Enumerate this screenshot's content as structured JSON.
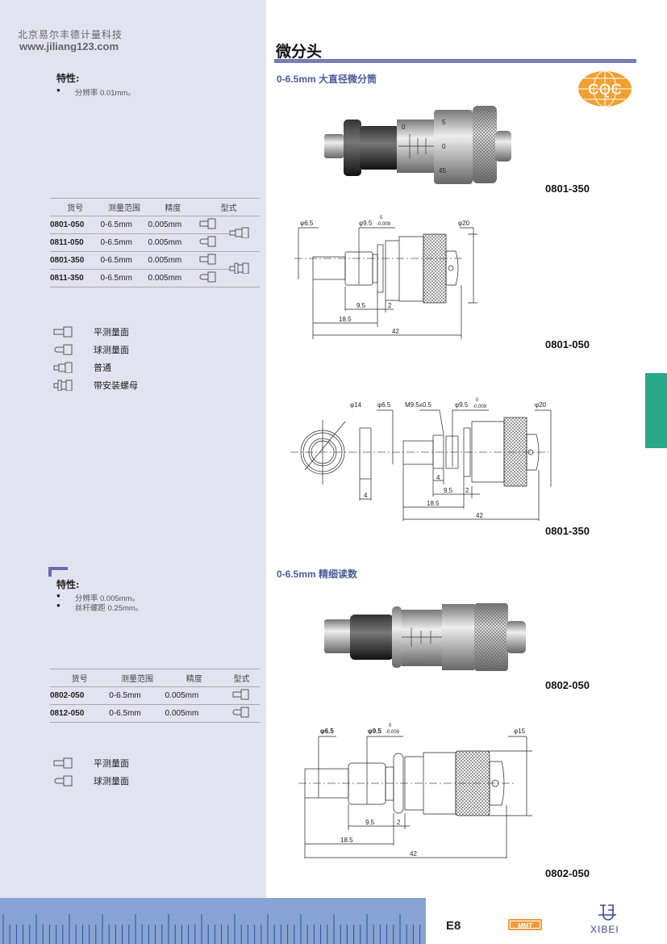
{
  "header": {
    "company": "北京易尔丰德计量科技",
    "url": "www.jiliang123.com"
  },
  "section1": {
    "features_label": "特性:",
    "features": [
      "分辨率 0.01mm。"
    ],
    "columns": [
      "货号",
      "测量范围",
      "精度",
      "型式"
    ],
    "rows": [
      {
        "code": "0801-050",
        "range": "0-6.5mm",
        "accuracy": "0.005mm",
        "face": "flat"
      },
      {
        "code": "0811-050",
        "range": "0-6.5mm",
        "accuracy": "0.005mm",
        "face": "ball"
      },
      {
        "code": "0801-350",
        "range": "0-6.5mm",
        "accuracy": "0.005mm",
        "face": "flat"
      },
      {
        "code": "0811-350",
        "range": "0-6.5mm",
        "accuracy": "0.005mm",
        "face": "ball"
      }
    ],
    "legend": [
      "平测量面",
      "球测量面",
      "普通",
      "带安装螺母"
    ]
  },
  "section2": {
    "features_label": "特性:",
    "features": [
      "分辨率 0.005mm。",
      "丝杆螺距 0.25mm。"
    ],
    "columns": [
      "货号",
      "测量范围",
      "精度",
      "型式"
    ],
    "rows": [
      {
        "code": "0802-050",
        "range": "0-6.5mm",
        "accuracy": "0.005mm",
        "face": "flat"
      },
      {
        "code": "0812-050",
        "range": "0-6.5mm",
        "accuracy": "0.005mm",
        "face": "ball"
      }
    ],
    "legend": [
      "平测量面",
      "球测量面"
    ]
  },
  "right": {
    "title": "微分头",
    "subtitle1": "0-6.5mm 大直径微分筒",
    "subtitle2": "0-6.5mm 精细读数",
    "logo": "CQC",
    "photo1_scale": [
      "0",
      "5",
      "0",
      "45"
    ],
    "labels": [
      "0801-350",
      "0801-050",
      "0801-350",
      "0802-050",
      "0802-050"
    ],
    "drawing1": {
      "d1": "φ6.5",
      "d2": "φ9.5",
      "tol_up": "0",
      "tol_dn": "-0.009",
      "d3": "φ20",
      "l1": "9.5",
      "l2": "2",
      "l3": "18.5",
      "l4": "42"
    },
    "drawing2": {
      "nut": "φ14",
      "d1": "φ6.5",
      "thread": "M9.5x0.5",
      "d2": "φ9.5",
      "tol_up": "0",
      "tol_dn": "-0.009",
      "d3": "φ20",
      "nut_w": "4",
      "l0": "4",
      "l1": "9.5",
      "l2": "2",
      "l3": "18.5",
      "l4": "42"
    },
    "drawing3": {
      "d1": "φ6.5",
      "d2": "φ9.5",
      "tol_up": "0",
      "tol_dn": "-0.009",
      "d3": "φ15",
      "l1": "9.5",
      "l2": "2",
      "l3": "18.5",
      "l4": "42"
    }
  },
  "footer": {
    "page": "E8",
    "badge": "MMT",
    "brand": "XIBEI"
  },
  "colors": {
    "left_bg": "#e3e2f0",
    "accent": "#7b7bb8",
    "tab": "#2aa88a",
    "ruler": "#86a3d3",
    "logo": "#f0a030"
  }
}
